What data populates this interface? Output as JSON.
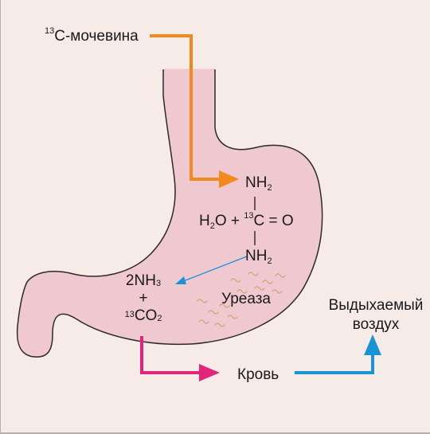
{
  "labels": {
    "urea": {
      "iso": "13",
      "text": "С-мочевина"
    },
    "nh2_top": {
      "main": "NH",
      "sub": "2"
    },
    "h2o": {
      "main": "H",
      "sub": "2",
      "rest": "O + "
    },
    "c13": {
      "iso": "13",
      "text": "C = O"
    },
    "nh2_bottom": {
      "main": "NH",
      "sub": "2"
    },
    "ammonia": {
      "prefix": "2NH",
      "sub": "3"
    },
    "plus": "+",
    "co2": {
      "iso": "13",
      "text": "CO",
      "sub": "2"
    },
    "urease": "Уреаза",
    "blood": "Кровь",
    "exhaled_line1": "Выдыхаемый",
    "exhaled_line2": "воздух"
  },
  "colors": {
    "background": "#f6ebe7",
    "stomach_fill": "#efc9cf",
    "stomach_outline": "#2a2a2a",
    "orange_arrow": "#f08a1c",
    "magenta_arrow": "#e0267a",
    "blue_arrow": "#1a93d6",
    "bacteria": "#d9a07a"
  },
  "icons": {
    "stomach": "stomach-illustration",
    "bacteria": "bacteria-squiggles"
  }
}
